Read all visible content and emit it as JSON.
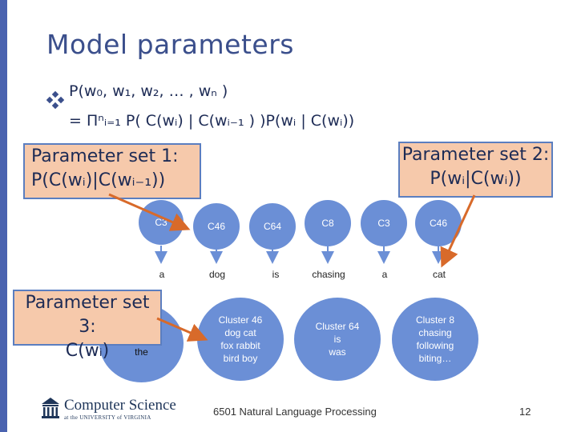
{
  "title": "Model parameters",
  "equation_line1": "P(w₀, w₁, w₂, … , wₙ )",
  "equation_line2": "= Πⁿᵢ₌₁ P( C(wᵢ) | C(wᵢ₋₁ ) )P(wᵢ | C(wᵢ))",
  "parameter_sets": [
    {
      "line1": "Parameter set 1:",
      "line2": "P(C(wᵢ)|C(wᵢ₋₁))"
    },
    {
      "line1": "Parameter set 2:",
      "line2": "P(wᵢ|C(wᵢ))"
    },
    {
      "line1": "Parameter set 3:",
      "line2": "C(wᵢ)"
    }
  ],
  "class_nodes": [
    "C3",
    "C46",
    "C64",
    "C8",
    "C3",
    "C46"
  ],
  "words": [
    "a",
    "dog",
    "is",
    "chasing",
    "a",
    "cat"
  ],
  "clusters": [
    {
      "lines": [
        "the",
        "",
        ""
      ]
    },
    {
      "lines": [
        "Cluster 46",
        "dog  cat",
        "fox  rabbit",
        "bird  boy"
      ]
    },
    {
      "lines": [
        "Cluster 64",
        "is",
        "was"
      ]
    },
    {
      "lines": [
        "Cluster 8",
        "chasing",
        "following",
        "biting…"
      ]
    }
  ],
  "footer": {
    "course": "6501 Natural Language Processing",
    "page": "12",
    "logo_main": "Computer Science",
    "logo_sub": "at the UNIVERSITY of VIRGINIA"
  },
  "colors": {
    "accent": "#4a63b0",
    "node": "#6b8fd6",
    "box_fill": "#f6c9ab",
    "arrow": "#d86a2a"
  }
}
